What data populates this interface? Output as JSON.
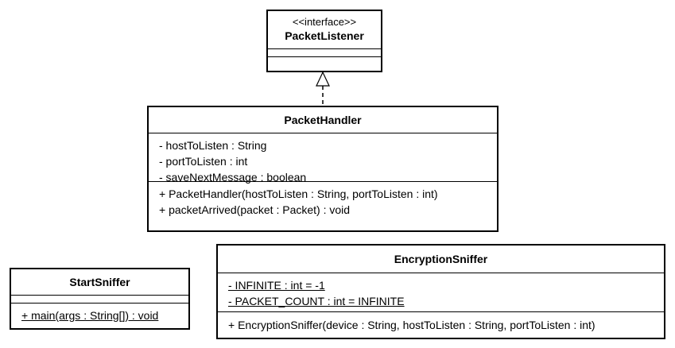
{
  "classes": {
    "packet_listener": {
      "stereotype": "<<interface>>",
      "name": "PacketListener"
    },
    "packet_handler": {
      "name": "PacketHandler",
      "attributes": [
        "- hostToListen : String",
        "- portToListen : int",
        "- saveNextMessage : boolean"
      ],
      "operations": [
        "+ PacketHandler(hostToListen : String, portToListen : int)",
        "+ packetArrived(packet : Packet) : void"
      ]
    },
    "start_sniffer": {
      "name": "StartSniffer",
      "operations": [
        "+ main(args : String[]) : void"
      ]
    },
    "encryption_sniffer": {
      "name": "EncryptionSniffer",
      "attributes": [
        "- INFINITE : int = -1",
        "- PACKET_COUNT : int = INFINITE"
      ],
      "operations": [
        "+ EncryptionSniffer(device : String, hostToListen : String, portToListen : int)"
      ]
    }
  },
  "relations": [
    {
      "type": "realization",
      "from": "PacketHandler",
      "to": "PacketListener"
    }
  ]
}
